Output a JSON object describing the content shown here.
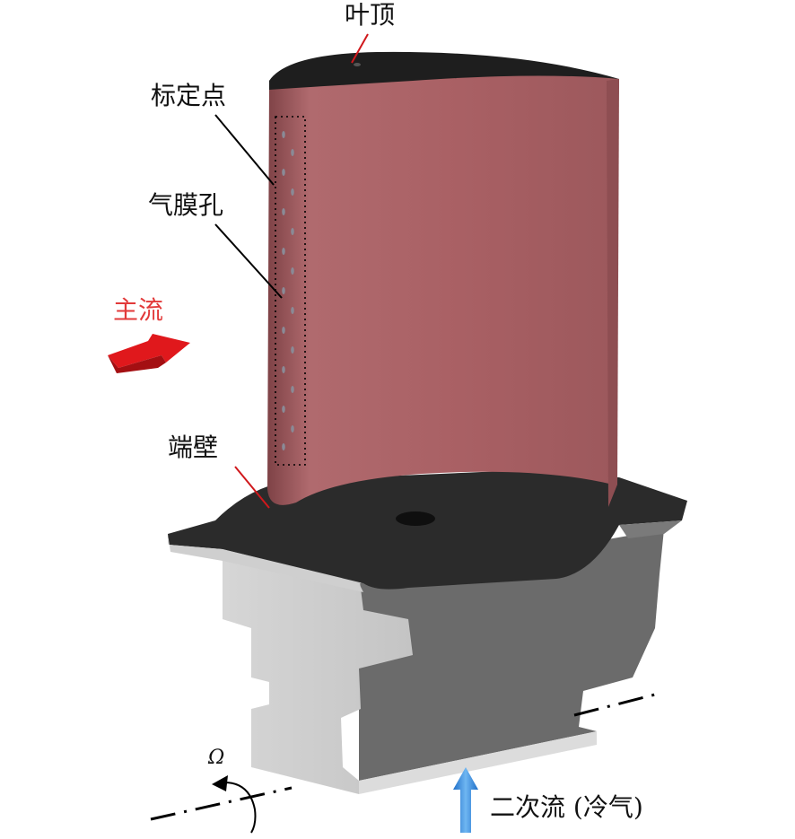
{
  "labels": {
    "blade_tip": "叶顶",
    "calibration_point": "标定点",
    "film_holes": "气膜孔",
    "main_flow": "主流",
    "endwall": "端壁",
    "omega": "Ω",
    "secondary_flow": "二次流 (冷气)"
  },
  "colors": {
    "blade_surface": "#a96064",
    "blade_shadow": "#7e4246",
    "endwall": "#2b2b2b",
    "root_light": "#cfcfcf",
    "root_dark": "#6b6b6b",
    "main_flow_arrow": "#e0181c",
    "coolant_arrow": "#3d8fe0",
    "callout_red": "#d0181c",
    "callout_black": "#000000"
  },
  "icons": {
    "main_flow": "red-arrow-icon",
    "coolant": "blue-up-arrow-icon",
    "rotation": "rotation-arrow-icon"
  }
}
